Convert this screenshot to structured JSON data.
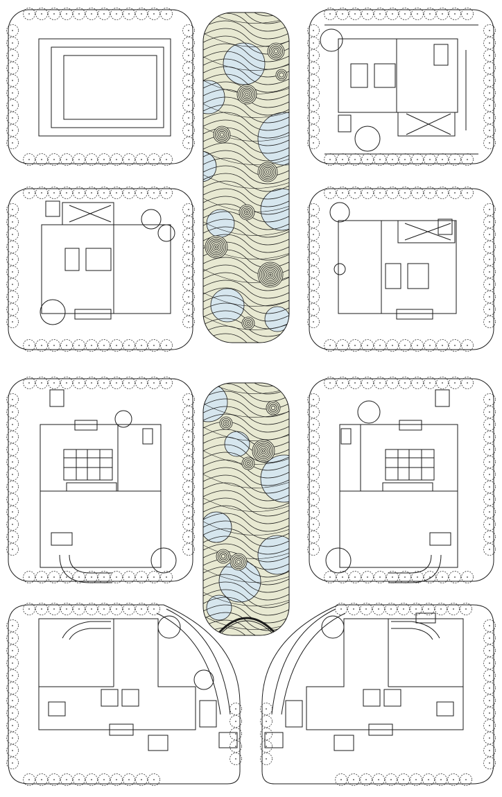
{
  "drawing": {
    "kind": "site-plan",
    "blocks": [
      "block-top-left",
      "block-top-right",
      "block-upper-left",
      "block-upper-right",
      "block-middle-left",
      "block-middle-right",
      "block-bottom-left",
      "block-bottom-right"
    ],
    "parks": [
      "park-north",
      "park-south"
    ]
  },
  "colors": {
    "background": "#ffffff",
    "line": "#1a1a1a",
    "tree": "#333333",
    "park_fill": "#e8e9d2",
    "water_fill": "#d6e6ee"
  }
}
